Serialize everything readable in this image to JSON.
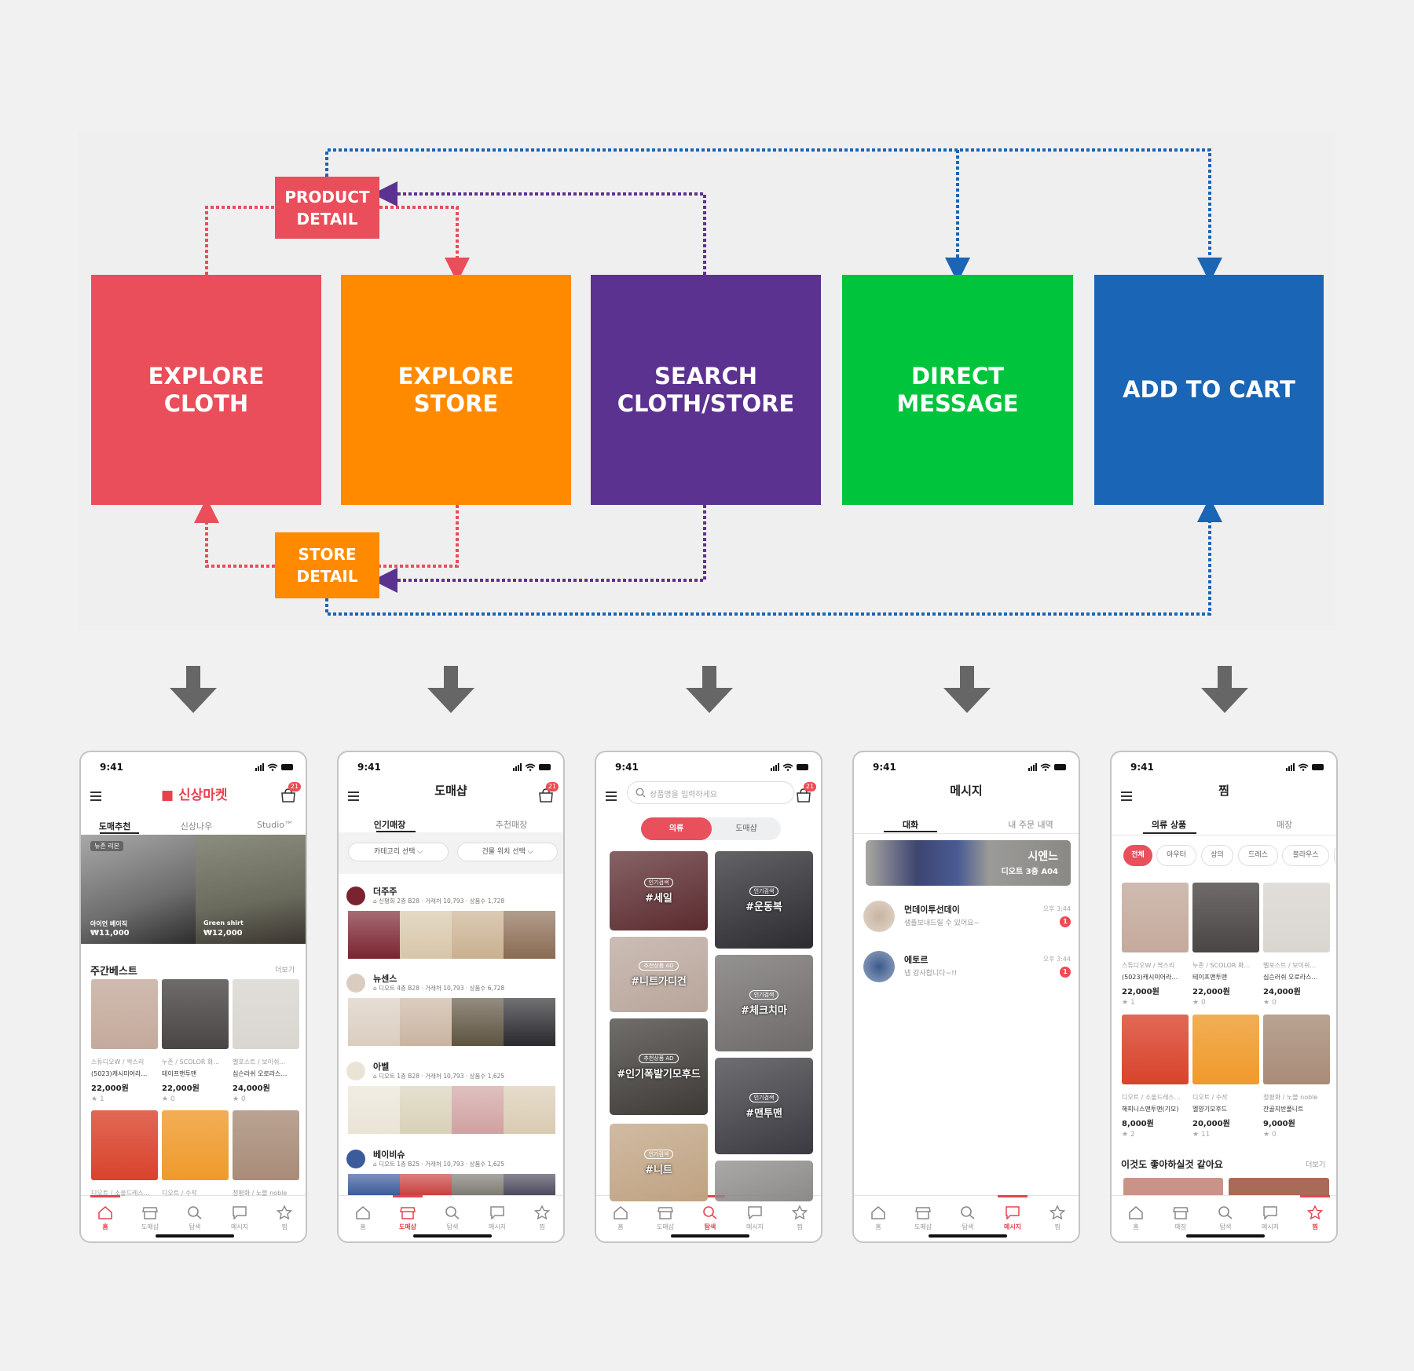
{
  "colors": {
    "red": "#e94e5a",
    "orange": "#ff8a00",
    "purple": "#5c3290",
    "green": "#00c43b",
    "blue": "#1a65b5",
    "accent": "#e8424e"
  },
  "flow": {
    "boxes": [
      "EXPLORE\nCLOTH",
      "EXPLORE\nSTORE",
      "SEARCH\nCLOTH/STORE",
      "DIRECT\nMESSAGE",
      "ADD TO CART"
    ],
    "product_detail": "PRODUCT\nDETAIL",
    "store_detail": "STORE\nDETAIL"
  },
  "status": {
    "time": "9:41",
    "cart_count": "21"
  },
  "nav": {
    "home": "홈",
    "wholesale": "도매샵",
    "store": "매장",
    "search": "탐색",
    "message": "메시지",
    "wish": "찜"
  },
  "home": {
    "logo": "신상마켓",
    "tabs": [
      "도매추천",
      "신상나우",
      "Studio™"
    ],
    "banner": [
      {
        "tag": "뉴존 리본",
        "name": "아이언 베이직",
        "price": "₩11,000",
        "color": "#8f8f8f"
      },
      {
        "name": "Green shirt",
        "price": "₩12,000",
        "color": "#7b7d6e"
      }
    ],
    "section": "주간베스트",
    "more": "더보기",
    "products": [
      {
        "shop": "스튜디오W / 싹스리",
        "name": "(5023)캐시미어라…",
        "price": "22,000원",
        "stars": "1",
        "color": "#c4aa9c"
      },
      {
        "shop": "누존 / SCOLOR 화…",
        "name": "테이프맨투맨",
        "price": "22,000원",
        "stars": "0",
        "color": "#4a4646"
      },
      {
        "shop": "벨포스트 / 보이쉬…",
        "name": "심슨러쉬 오로라스…",
        "price": "24,000원",
        "stars": "0",
        "color": "#d9d6d0"
      }
    ],
    "products2": [
      {
        "shop": "디오트 / 소울드레스…",
        "color": "#d9432c"
      },
      {
        "shop": "디오트 / 수작",
        "color": "#ef9a2b"
      },
      {
        "shop": "청평화 / 노블 noble",
        "color": "#a88c78"
      }
    ]
  },
  "wholesale": {
    "title": "도매샵",
    "tabs": [
      "인기매장",
      "추천매장"
    ],
    "filters": [
      "카테고리 선택 ⌵",
      "건물 위치 선택 ⌵"
    ],
    "stores": [
      {
        "name": "더주주",
        "meta": "신평화 2층 B28 · 거래처 10,793 · 상품수 1,728",
        "colors": [
          "#7a2330",
          "#d7c6a8",
          "#c9b08f",
          "#8a6b52"
        ]
      },
      {
        "name": "뉴센스",
        "meta": "디오트 4층 B28 · 거래처 10,793 · 상품수 6,728",
        "colors": [
          "#d9cdbf",
          "#c9b4a0",
          "#5d5340",
          "#2a2a2e"
        ]
      },
      {
        "name": "아벨",
        "meta": "디오트 1층 B28 · 거래처 10,793 · 상품수 1,625",
        "colors": [
          "#e9e4d6",
          "#d8d0b8",
          "#cfa1a0",
          "#d9cbb2"
        ]
      },
      {
        "name": "베이비슈",
        "meta": "디오트 1층 B25 · 거래처 10,793 · 상품수 1,625",
        "colors": [
          "#3b5b9a",
          "#c8413f",
          "#7d7b72",
          "#4d4a5c"
        ]
      }
    ]
  },
  "search": {
    "placeholder": "상품명을 입력하세요",
    "toggle": [
      "의류",
      "도매샵"
    ],
    "left": [
      {
        "tag": "인기검색",
        "hash": "#세일",
        "color": "#5a2a2e"
      },
      {
        "tag": "추천상품 AD",
        "hash": "#니트가디건",
        "color": "#b8a59a"
      },
      {
        "tag": "추천상품 AD",
        "hash": "#인기폭발기모후드",
        "color": "#3d3a36"
      },
      {
        "tag": "인기검색",
        "hash": "#니트",
        "color": "#bfa281"
      }
    ],
    "right": [
      {
        "tag": "인기검색",
        "hash": "#운동복",
        "color": "#2b2b30"
      },
      {
        "tag": "인기검색",
        "hash": "#체크치마",
        "color": "#6e6a6a"
      },
      {
        "tag": "인기검색",
        "hash": "#맨투맨",
        "color": "#3a3a40"
      },
      {
        "tag": "",
        "hash": "",
        "color": "#8c8a88"
      }
    ]
  },
  "message": {
    "title": "메시지",
    "tabs": [
      "대화",
      "내 주문 내역"
    ],
    "banner": {
      "name": "시엔느",
      "location": "디오트 3층 A04"
    },
    "chats": [
      {
        "name": "먼데이투선데이",
        "preview": "샘플보내드릴 수 있어요~",
        "time": "오후 3:44",
        "unread": "1",
        "color": "#c8b4a0"
      },
      {
        "name": "에토르",
        "preview": "넵 감사합니다~!!",
        "time": "오후 3:44",
        "unread": "1",
        "color": "#3d5a8c"
      }
    ]
  },
  "wish": {
    "title": "찜",
    "tabs": [
      "의류 상품",
      "매장"
    ],
    "chips": [
      "전체",
      "아우터",
      "상의",
      "드레스",
      "블라우스"
    ],
    "products": [
      {
        "shop": "스튜디오W / 싹스리",
        "name": "(5023)캐시미어라…",
        "price": "22,000원",
        "stars": "1",
        "color": "#c4aa9c"
      },
      {
        "shop": "누존 / SCOLOR 화…",
        "name": "테이프맨투맨",
        "price": "22,000원",
        "stars": "0",
        "color": "#4a4646"
      },
      {
        "shop": "벨포스트 / 보이쉬…",
        "name": "심슨러쉬 오로라스…",
        "price": "24,000원",
        "stars": "0",
        "color": "#d9d6d0"
      },
      {
        "shop": "디오트 / 소울드레스…",
        "name": "해피니스맨투맨(기모)",
        "price": "8,000원",
        "stars": "2",
        "color": "#d9432c"
      },
      {
        "shop": "디오트 / 수작",
        "name": "멜양기모후드",
        "price": "20,000원",
        "stars": "11",
        "color": "#ef9a2b"
      },
      {
        "shop": "청평화 / 노블 noble",
        "name": "잔골지반폴니트",
        "price": "9,000원",
        "stars": "0",
        "color": "#a88c78"
      }
    ],
    "section": "이것도 좋아하실것 같아요",
    "more": "더보기"
  }
}
